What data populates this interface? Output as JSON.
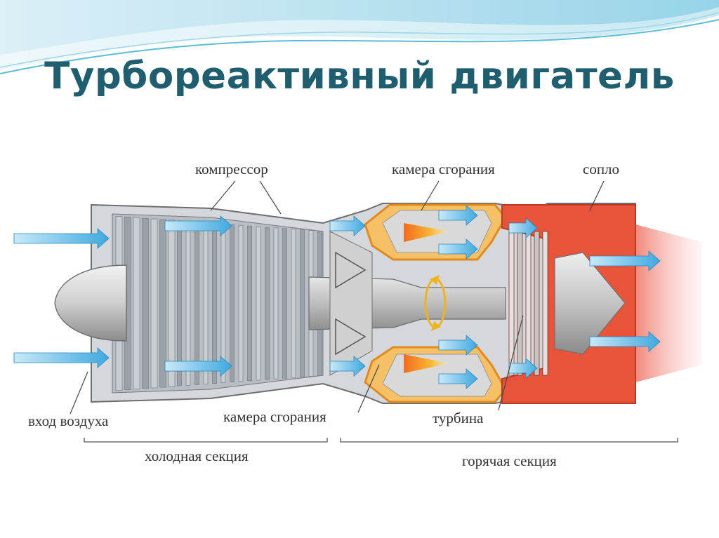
{
  "slide": {
    "title": "Турбореактивный двигатель",
    "title_color": "#1f5e6e"
  },
  "diagram": {
    "labels": {
      "compressor": "компрессор",
      "combustion_top": "камера сгорания",
      "nozzle": "сопло",
      "air_inlet": "вход воздуха",
      "combustion_bottom": "камера сгорания",
      "turbine": "турбина",
      "cold_section": "холодная секция",
      "hot_section": "горячая секция"
    },
    "colors": {
      "casing": "#8a8a8a",
      "blade": "#c9ced3",
      "airflow": "#3fa9e0",
      "combustor": "#f2a33a",
      "hot": "#e8543a",
      "flame": "#f7b733",
      "exhaust": "#f19a9a"
    }
  }
}
